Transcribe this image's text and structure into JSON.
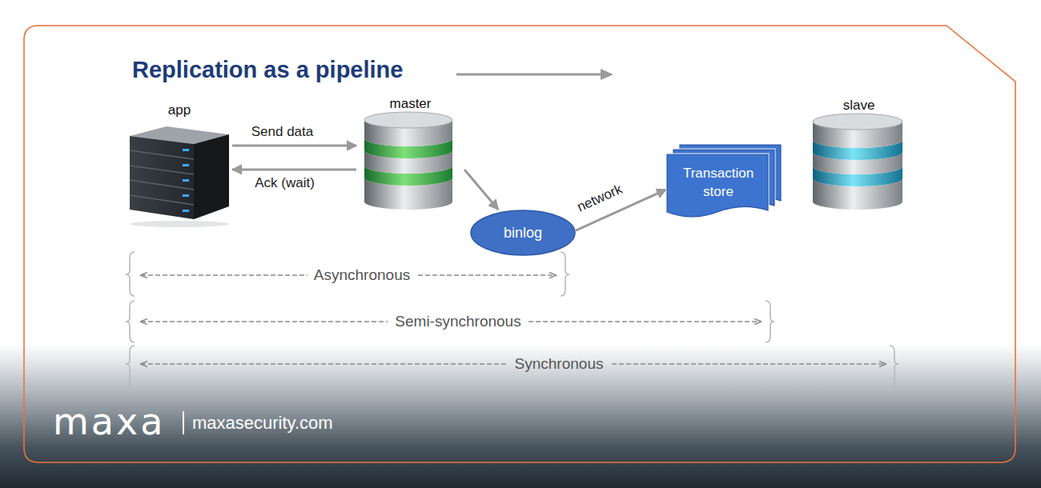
{
  "diagram": {
    "title": "Replication as a pipeline",
    "nodes": [
      {
        "text": [
          "app"
        ]
      },
      {
        "text": [
          "master"
        ]
      },
      {
        "text": [
          "binlog"
        ]
      },
      {
        "text": [
          "Transaction store"
        ]
      },
      {
        "text": [
          "slave"
        ]
      }
    ],
    "edges": [
      {
        "from": 0,
        "to": 1,
        "arrow": "to",
        "label": "Send data"
      },
      {
        "from": 1,
        "to": 0,
        "arrow": "to",
        "label": "Ack (wait)"
      },
      {
        "from": 1,
        "to": 2,
        "arrow": "to"
      },
      {
        "from": 2,
        "to": 3,
        "arrow": "to",
        "label": "network"
      }
    ],
    "labels": [
      "Asynchronous",
      "Semi-synchronous",
      "Synchronous",
      "maxa",
      "maxasecurity.com"
    ]
  }
}
